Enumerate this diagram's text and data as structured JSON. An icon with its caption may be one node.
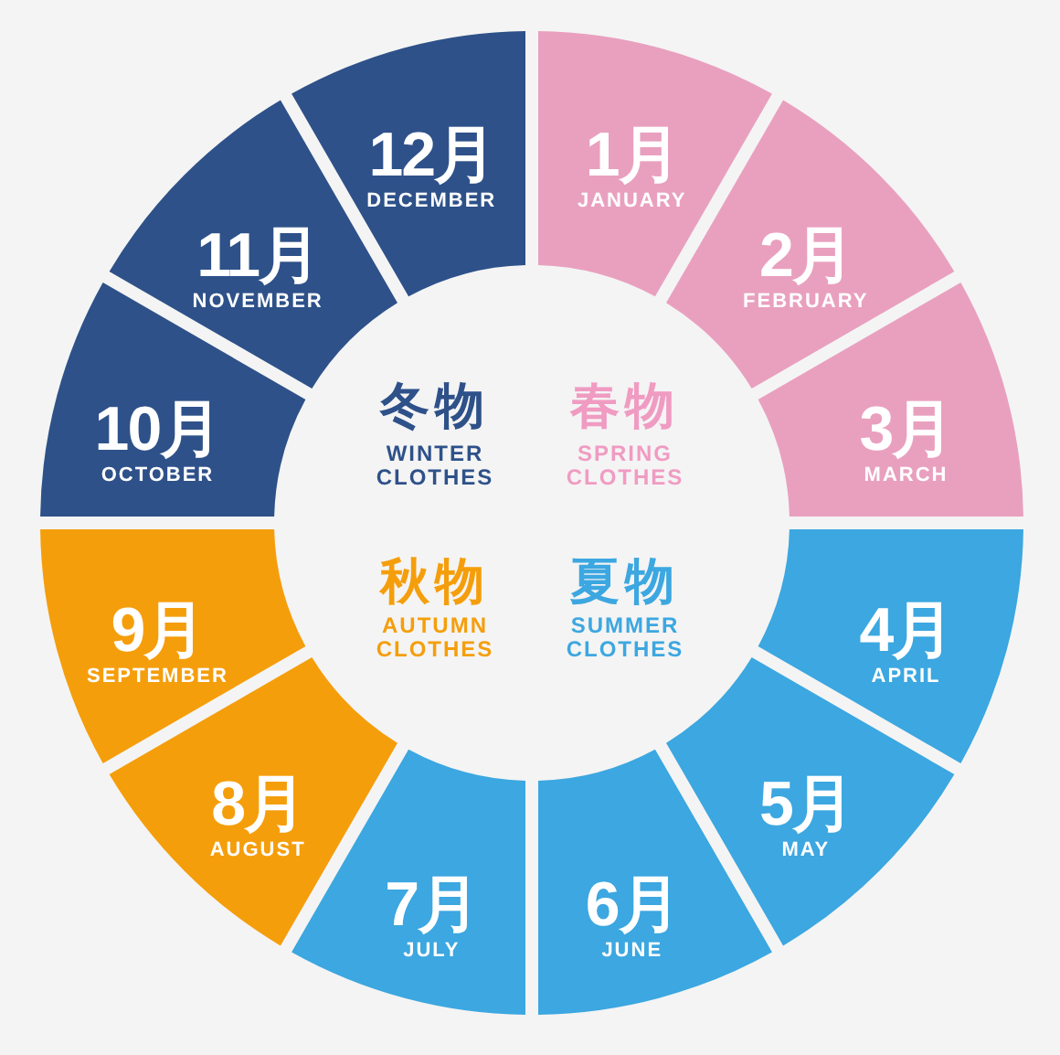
{
  "diagram": {
    "nodes": [
      {
        "text": [
          "1月",
          "JANUARY"
        ]
      },
      {
        "text": [
          "2月",
          "FEBRUARY"
        ]
      },
      {
        "text": [
          "3月",
          "MARCH"
        ]
      },
      {
        "text": [
          "4月",
          "APRIL"
        ]
      },
      {
        "text": [
          "5月",
          "MAY"
        ]
      },
      {
        "text": [
          "6月",
          "JUNE"
        ]
      },
      {
        "text": [
          "7月",
          "JULY"
        ]
      },
      {
        "text": [
          "8月",
          "AUGUST"
        ]
      },
      {
        "text": [
          "9月",
          "SEPTEMBER"
        ]
      },
      {
        "text": [
          "10月",
          "OCTOBER"
        ]
      },
      {
        "text": [
          "11月",
          "NOVEMBER"
        ]
      },
      {
        "text": [
          "12月",
          "DECEMBER"
        ]
      }
    ],
    "labels": [
      "冬物",
      "WINTER CLOTHES",
      "春物",
      "SPRING CLOTHES",
      "秋物",
      "AUTUMN CLOTHES",
      "夏物",
      "SUMMER CLOTHES"
    ]
  }
}
